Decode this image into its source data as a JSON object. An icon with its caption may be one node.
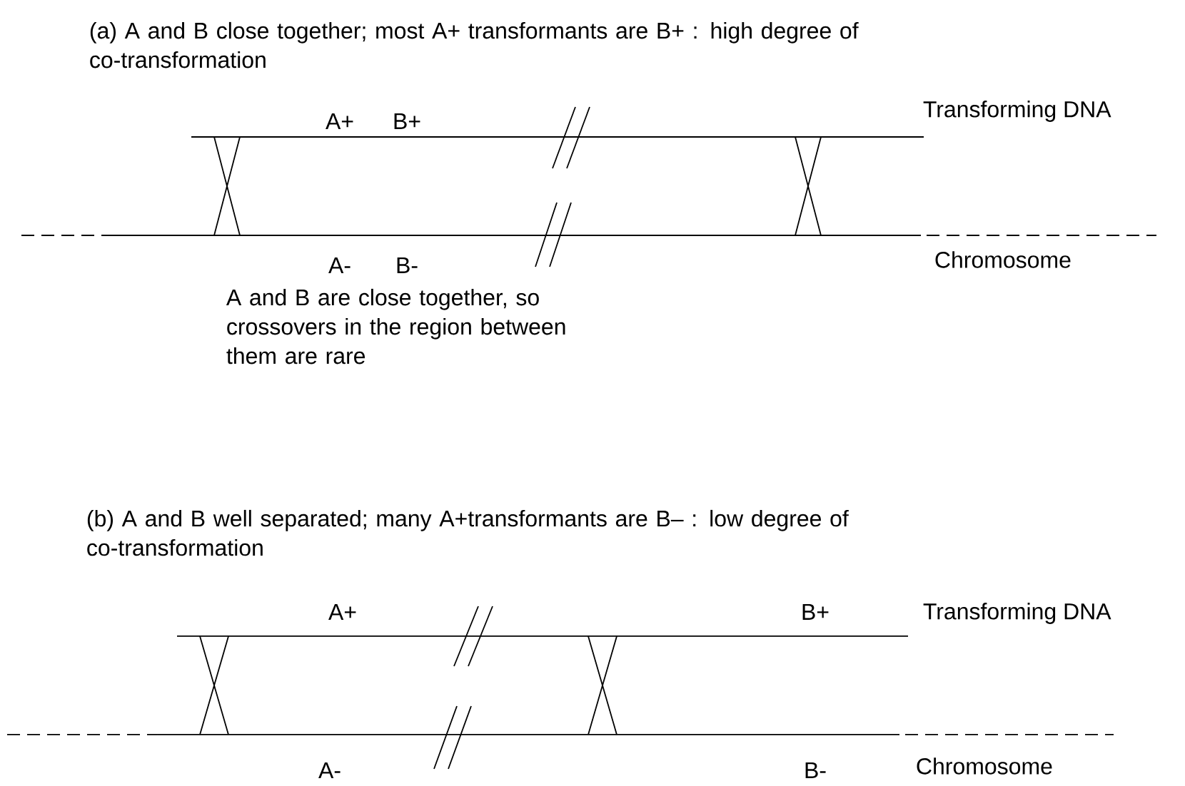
{
  "diagram": {
    "labels": [
      "(a) A and B close together; most A+ transformants are B+ : high degree of co-transformation",
      "A+",
      "B+",
      "Transforming DNA",
      "A-",
      "B-",
      "Chromosome",
      "A and B are close together, so crossovers in the region between them are rare",
      "(b) A and B well separated; many A+transformants are B– : low degree of co-transformation",
      "A+",
      "B+",
      "Transforming DNA",
      "A-",
      "B-",
      "Chromosome"
    ]
  }
}
